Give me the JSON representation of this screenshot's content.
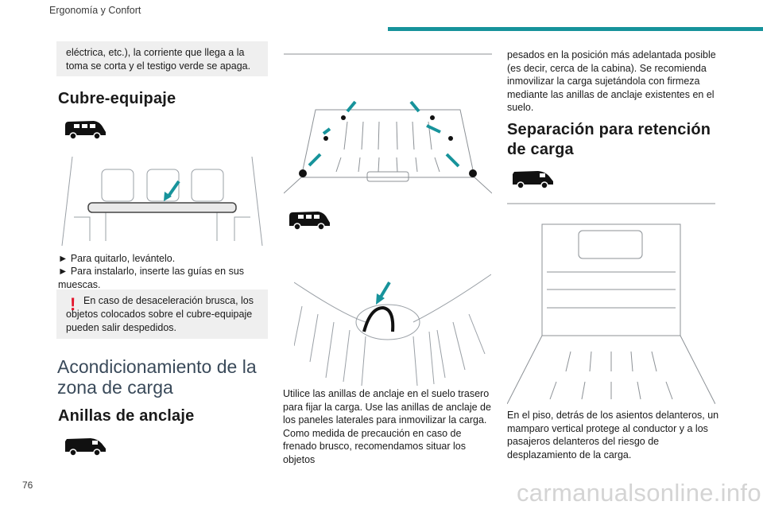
{
  "header": {
    "title": "Ergonomía y Confort"
  },
  "page_number": "76",
  "watermark": "carmanualsonline.info",
  "col1": {
    "note": "eléctrica, etc.), la corriente que llega a la toma se corta y el testigo verde se apaga.",
    "cubre_title": "Cubre-equipaje",
    "step1": "► Para quitarlo, levántelo.",
    "step2": "► Para instalarlo, inserte las guías en sus muescas.",
    "warning": "En caso de desaceleración brusca, los objetos colocados sobre el cubre-equipaje pueden salir despedidos.",
    "section_title": "Acondicionamiento de la zona de carga",
    "anillas_title": "Anillas de anclaje"
  },
  "col2": {
    "text": "Utilice las anillas de anclaje en el suelo trasero para fijar la carga. Use las anillas de anclaje de los paneles laterales para inmovilizar la carga. Como medida de precaución en caso de frenado brusco, recomendamos situar los objetos"
  },
  "col3": {
    "text_top": "pesados en la posición más adelantada posible (es decir, cerca de la cabina). Se recomienda inmovilizar la carga sujetándola con firmeza mediante las anillas de anclaje existentes en el suelo.",
    "separacion_title": "Separación para retención de carga",
    "text_bottom": "En el piso, detrás de los asientos delanteros, un mamparo vertical protege al conductor y a los pasajeros delanteros del riesgo de desplazamiento de la carga."
  },
  "colors": {
    "accent": "#17939b",
    "warning": "#e3142b",
    "note_bg": "#efefef"
  },
  "icons": [
    "van-icon",
    "van-icon",
    "van-icon",
    "van-icon",
    "warning-icon"
  ]
}
